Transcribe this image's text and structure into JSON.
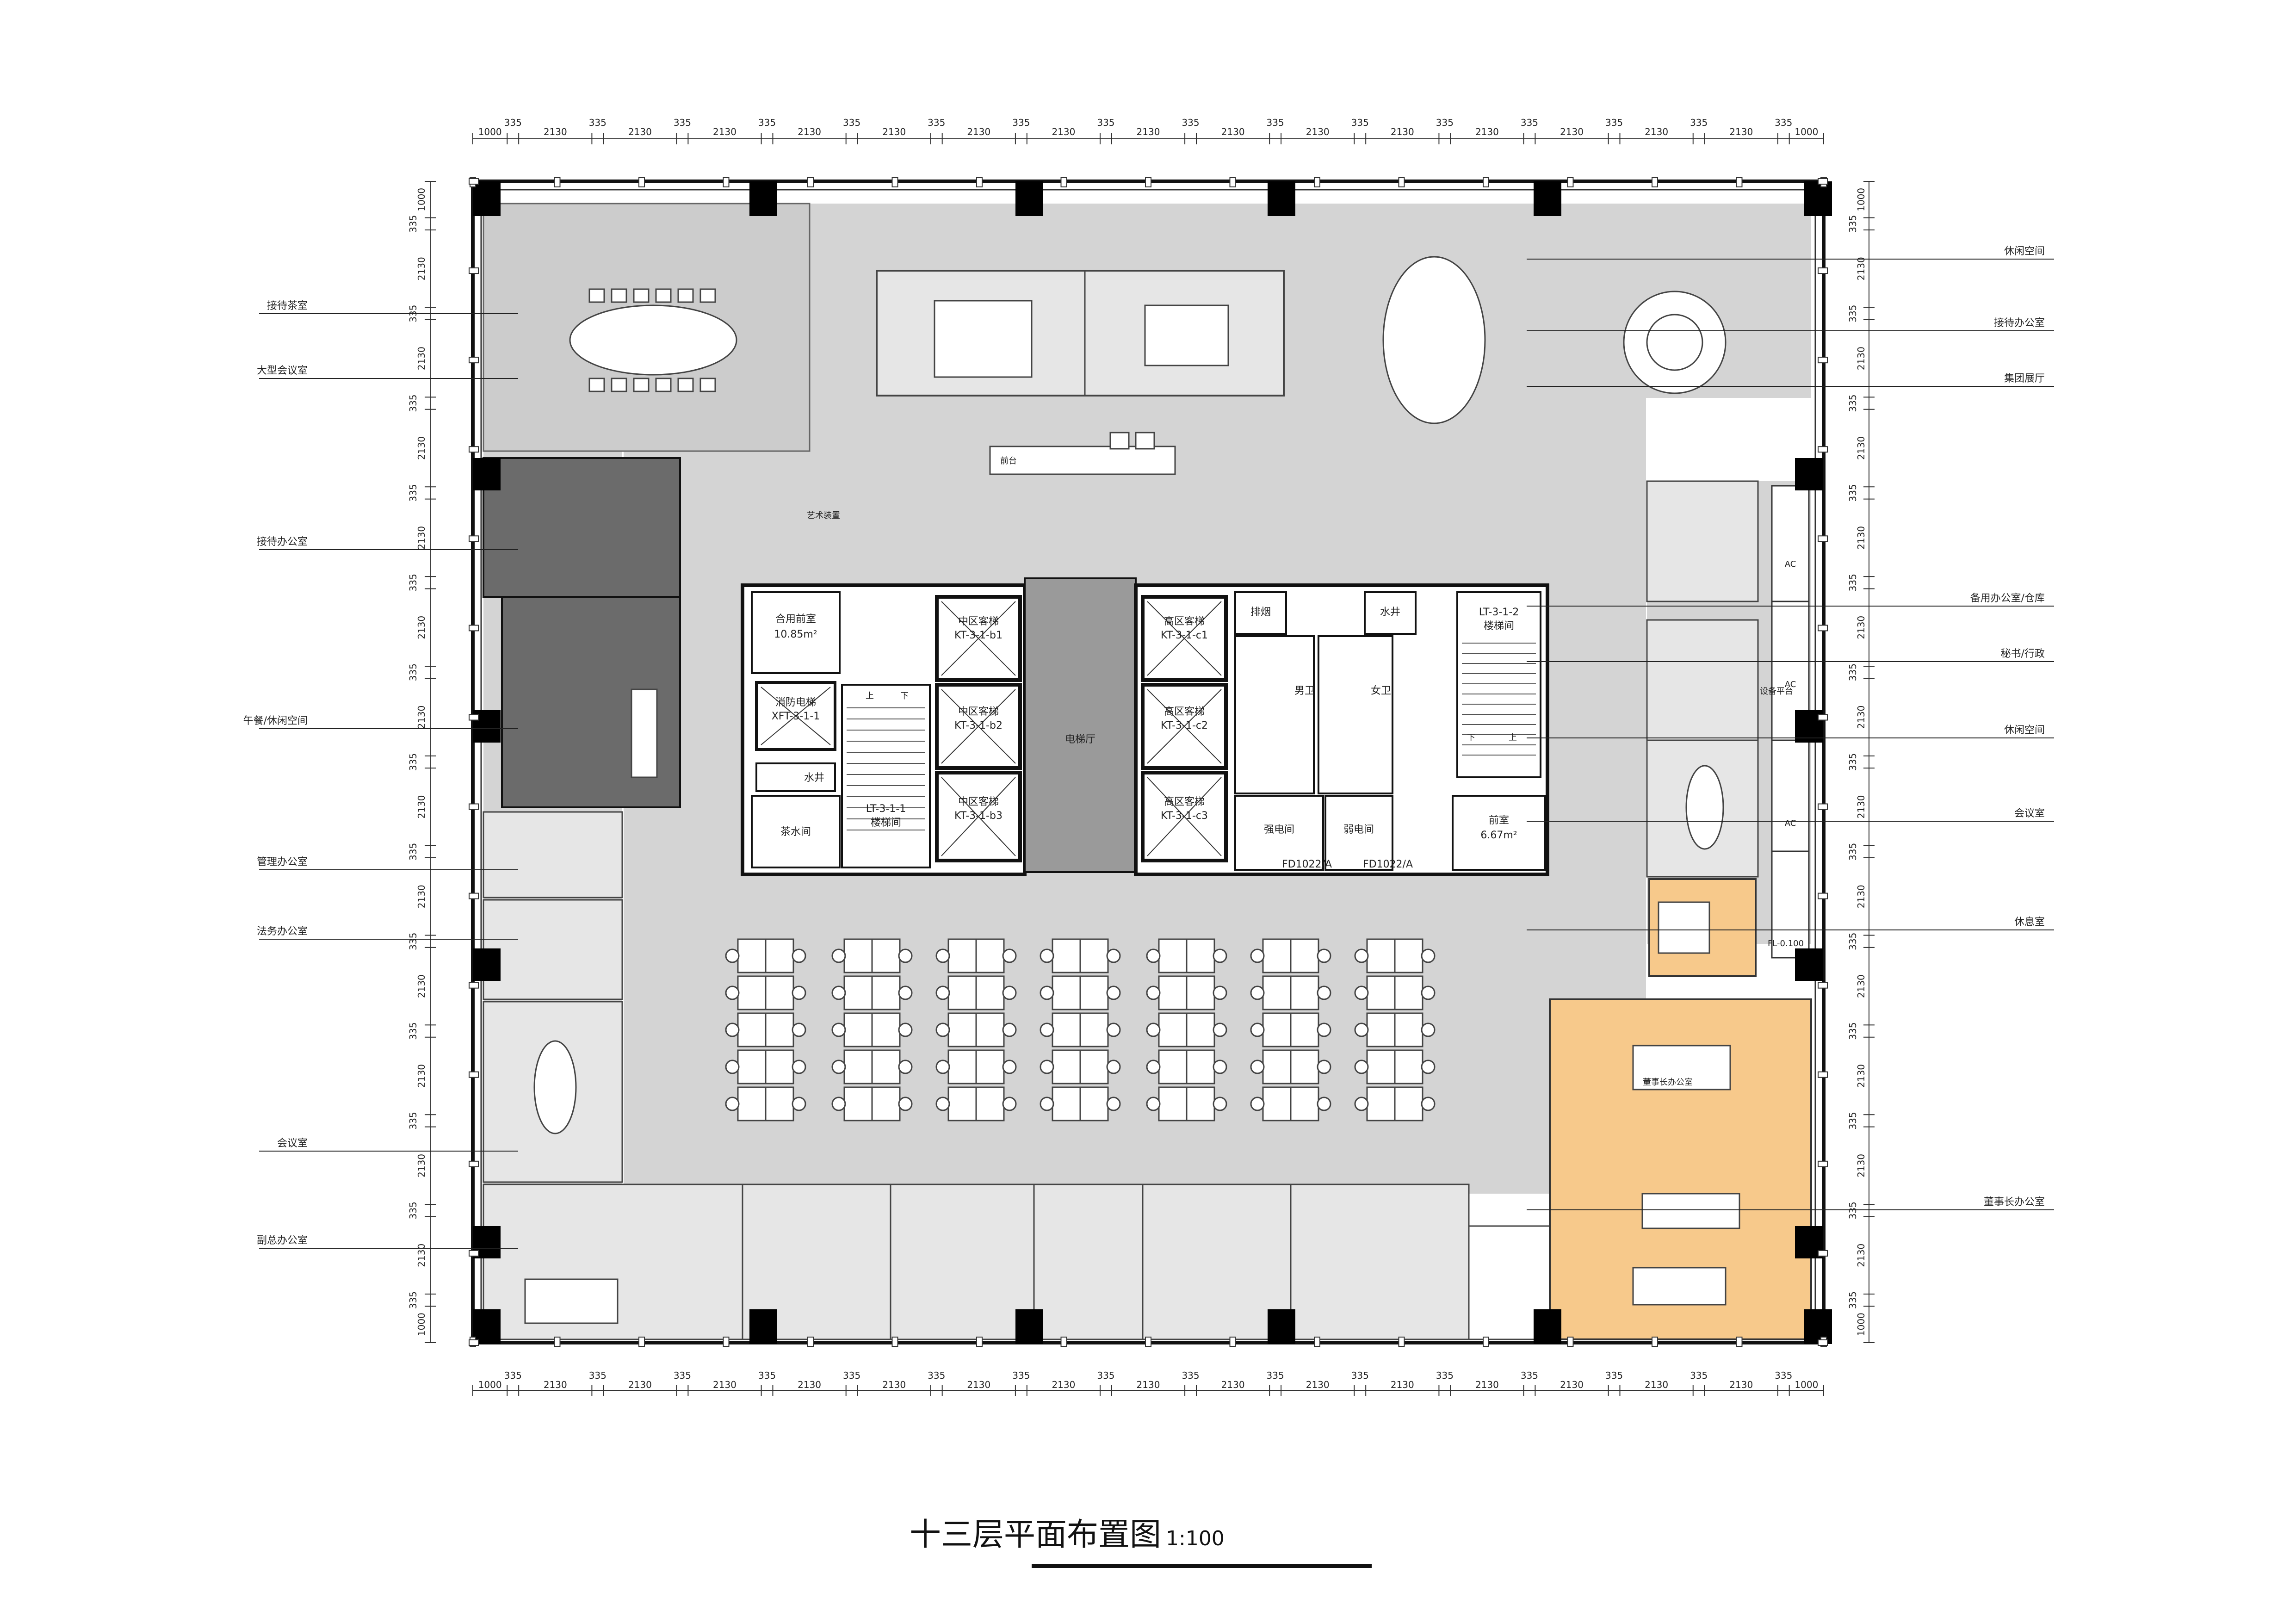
{
  "title": "十三层平面布置图",
  "scale": "1:100",
  "dimensions": {
    "top": [
      "1000",
      "335",
      "2130",
      "335",
      "2130",
      "335",
      "2130",
      "335",
      "2130",
      "335",
      "2130",
      "335",
      "2130",
      "335",
      "2130",
      "335",
      "2130",
      "335",
      "2130",
      "335",
      "2130",
      "335",
      "2130",
      "335",
      "2130",
      "335",
      "2130",
      "335",
      "2130",
      "335",
      "2130",
      "335",
      "1000"
    ],
    "left": [
      "1000",
      "335",
      "2130",
      "335",
      "2130",
      "335",
      "2130",
      "335",
      "2130",
      "335",
      "2130",
      "335",
      "2130",
      "335",
      "2130",
      "335",
      "2130",
      "335",
      "2130",
      "335",
      "2130",
      "335",
      "2130",
      "335",
      "2130",
      "335",
      "1000"
    ]
  },
  "callouts_left": [
    "接待茶室",
    "大型会议室",
    "接待办公室",
    "午餐/休闲空间",
    "管理办公室",
    "法务办公室",
    "会议室",
    "副总办公室"
  ],
  "callouts_right": [
    "休闲空间",
    "接待办公室",
    "集团展厅",
    "备用办公室/仓库",
    "秘书/行政",
    "休闲空间",
    "会议室",
    "休息室",
    "董事长办公室"
  ],
  "core_labels": {
    "hefront": "合用前室",
    "hefront_area": "10.85m²",
    "fire_lift": "消防电梯",
    "fire_lift_code": "XFT-3-1-1",
    "water1": "水井",
    "tea": "茶水间",
    "stair1": "LT-3-1-1",
    "stair1_name": "楼梯间",
    "mid_lift": "中区客梯",
    "mid_lift_codes": [
      "KT-3-1-b1",
      "KT-3-1-b2",
      "KT-3-1-b3"
    ],
    "lift_hall": "电梯厅",
    "high_lift": "高区客梯",
    "high_lift_codes": [
      "KT-3-1-c1",
      "KT-3-1-c2",
      "KT-3-1-c3"
    ],
    "smoke": "排烟",
    "water2": "水井",
    "stair2": "LT-3-1-2",
    "stair2_name": "楼梯间",
    "men_wc": "男卫",
    "women_wc": "女卫",
    "strong_elec": "强电间",
    "weak_elec": "弱电间",
    "front_room": "前室",
    "front_room_area": "6.67m²",
    "fd1": "FD1022/A",
    "fd2": "FD1022/A"
  },
  "misc_labels": {
    "reception_desk": "前台",
    "art": "艺术装置",
    "up": "上",
    "down": "下",
    "ac": "AC",
    "equip_platform": "设备平台",
    "level": "FL-0.100",
    "chairman_office": "董事长办公室"
  },
  "colors": {
    "floor": "#d4d4d4",
    "room": "#e6e6e6",
    "dark_room": "#6b6b6b",
    "chairman": "#f7c98b",
    "wall": "#111111",
    "column": "#000000",
    "furniture": "#ffffff"
  }
}
